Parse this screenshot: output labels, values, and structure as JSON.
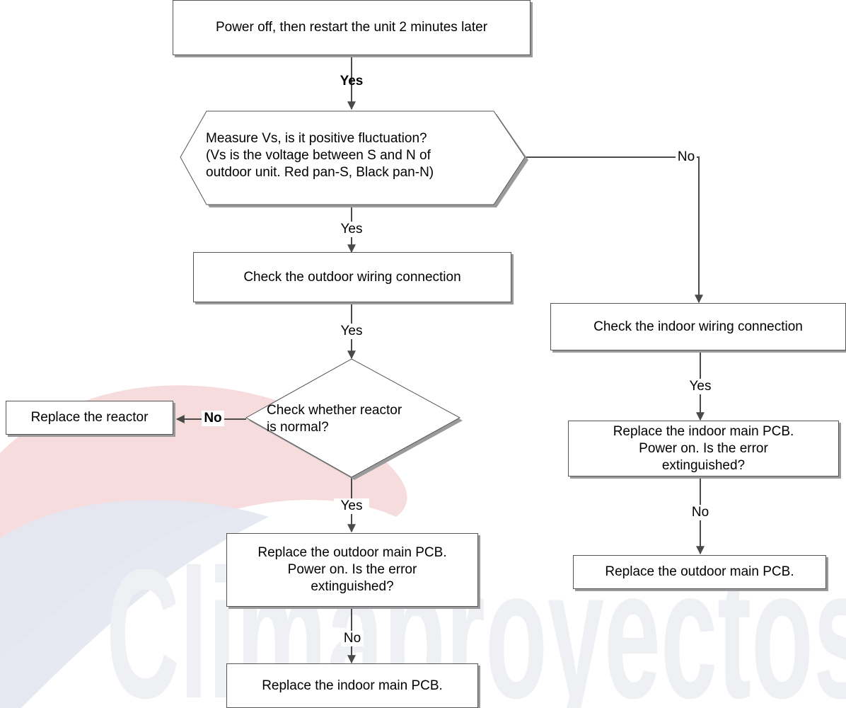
{
  "watermark": {
    "text": "Climaproyectos"
  },
  "nodes": {
    "power_off": "Power off, then restart the unit 2 minutes later",
    "measure_vs": "Measure  Vs, is it  positive fluctuation?\n(Vs is the voltage between S and N of\noutdoor unit. Red pan-S, Black pan-N)",
    "check_outdoor_wiring": "Check the outdoor wiring connection",
    "check_reactor": "Check whether reactor\nis normal?",
    "replace_reactor": "Replace  the reactor",
    "replace_outdoor_pcb_check": "Replace the outdoor main PCB.\nPower on. Is the error\nextinguished?",
    "replace_indoor_pcb_final": "Replace the indoor main PCB.",
    "check_indoor_wiring": "Check the indoor wiring connection",
    "replace_indoor_pcb_check": "Replace the indoor main PCB.\nPower on. Is the error\nextinguished?",
    "replace_outdoor_pcb_final": "Replace  the outdoor main PCB."
  },
  "labels": {
    "yes_1": "Yes",
    "yes_2": "Yes",
    "yes_3": "Yes",
    "yes_4": "Yes",
    "yes_right": "Yes",
    "no_right_branch": "No",
    "no_reactor": "No",
    "no_outdoor_pcb": "No",
    "no_indoor_pcb": "No"
  },
  "colors": {
    "line": "#4a4a4a",
    "watermark_red": "#f2c9c9",
    "watermark_blue": "#dfe4ef",
    "watermark_grey": "#eceef3"
  }
}
